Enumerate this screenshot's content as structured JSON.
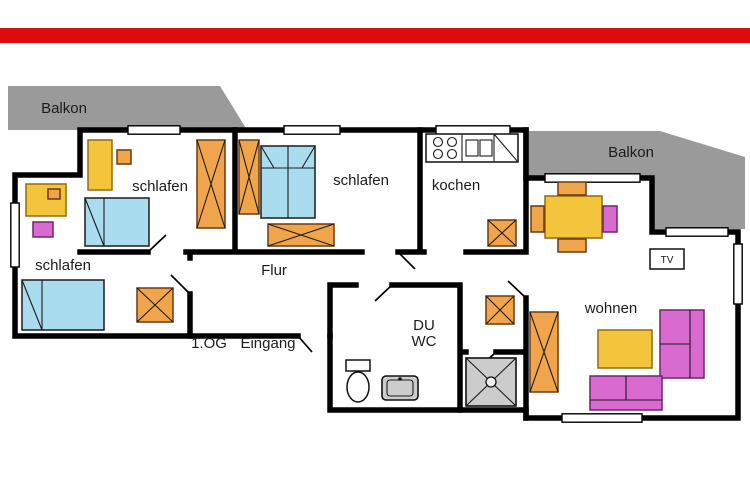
{
  "colors": {
    "red_bar": "#dd0c0c",
    "balcony_gray": "#9a9a9a",
    "wall_black": "#000000",
    "bed_blue": "#aadcf0",
    "furniture_orange": "#f0a44c",
    "furniture_yellow": "#f2c53d",
    "sofa_magenta": "#d96ad0",
    "fixture_gray": "#cccccc",
    "label_color": "#1c1c1c"
  },
  "labels": {
    "balcony_left": "Balkon",
    "balcony_right": "Balkon",
    "bedroom_left": "schlafen",
    "bedroom_mid_left": "schlafen",
    "bedroom_mid": "schlafen",
    "kitchen": "kochen",
    "hallway": "Flur",
    "floor": "1.OG",
    "entrance": "Eingang",
    "shower_room": "DU",
    "wc": "WC",
    "living_room": "wohnen",
    "tv": "TV"
  }
}
